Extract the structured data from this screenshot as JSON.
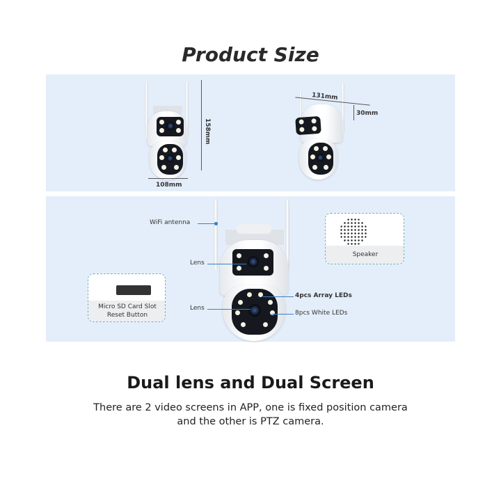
{
  "title": "Product Size",
  "dimensions": {
    "height": "158mm",
    "width": "108mm",
    "side_width": "131mm",
    "depth": "30mm"
  },
  "callouts": {
    "wifi": "WiFi antenna",
    "lens_top": "Lens",
    "lens_bottom": "Lens",
    "array_leds": "4pcs Array LEDs",
    "white_leds": "8pcs White LEDs",
    "speaker": "Speaker",
    "sd_slot": "Micro SD Card Slot",
    "reset": "Reset Button"
  },
  "feature": {
    "heading": "Dual lens and Dual Screen",
    "line1": "There are 2 video screens in APP, one is fixed position camera",
    "line2": "and the other is PTZ camera."
  },
  "colors": {
    "panel": "#e4eefa",
    "accent": "#2f7fd0"
  }
}
